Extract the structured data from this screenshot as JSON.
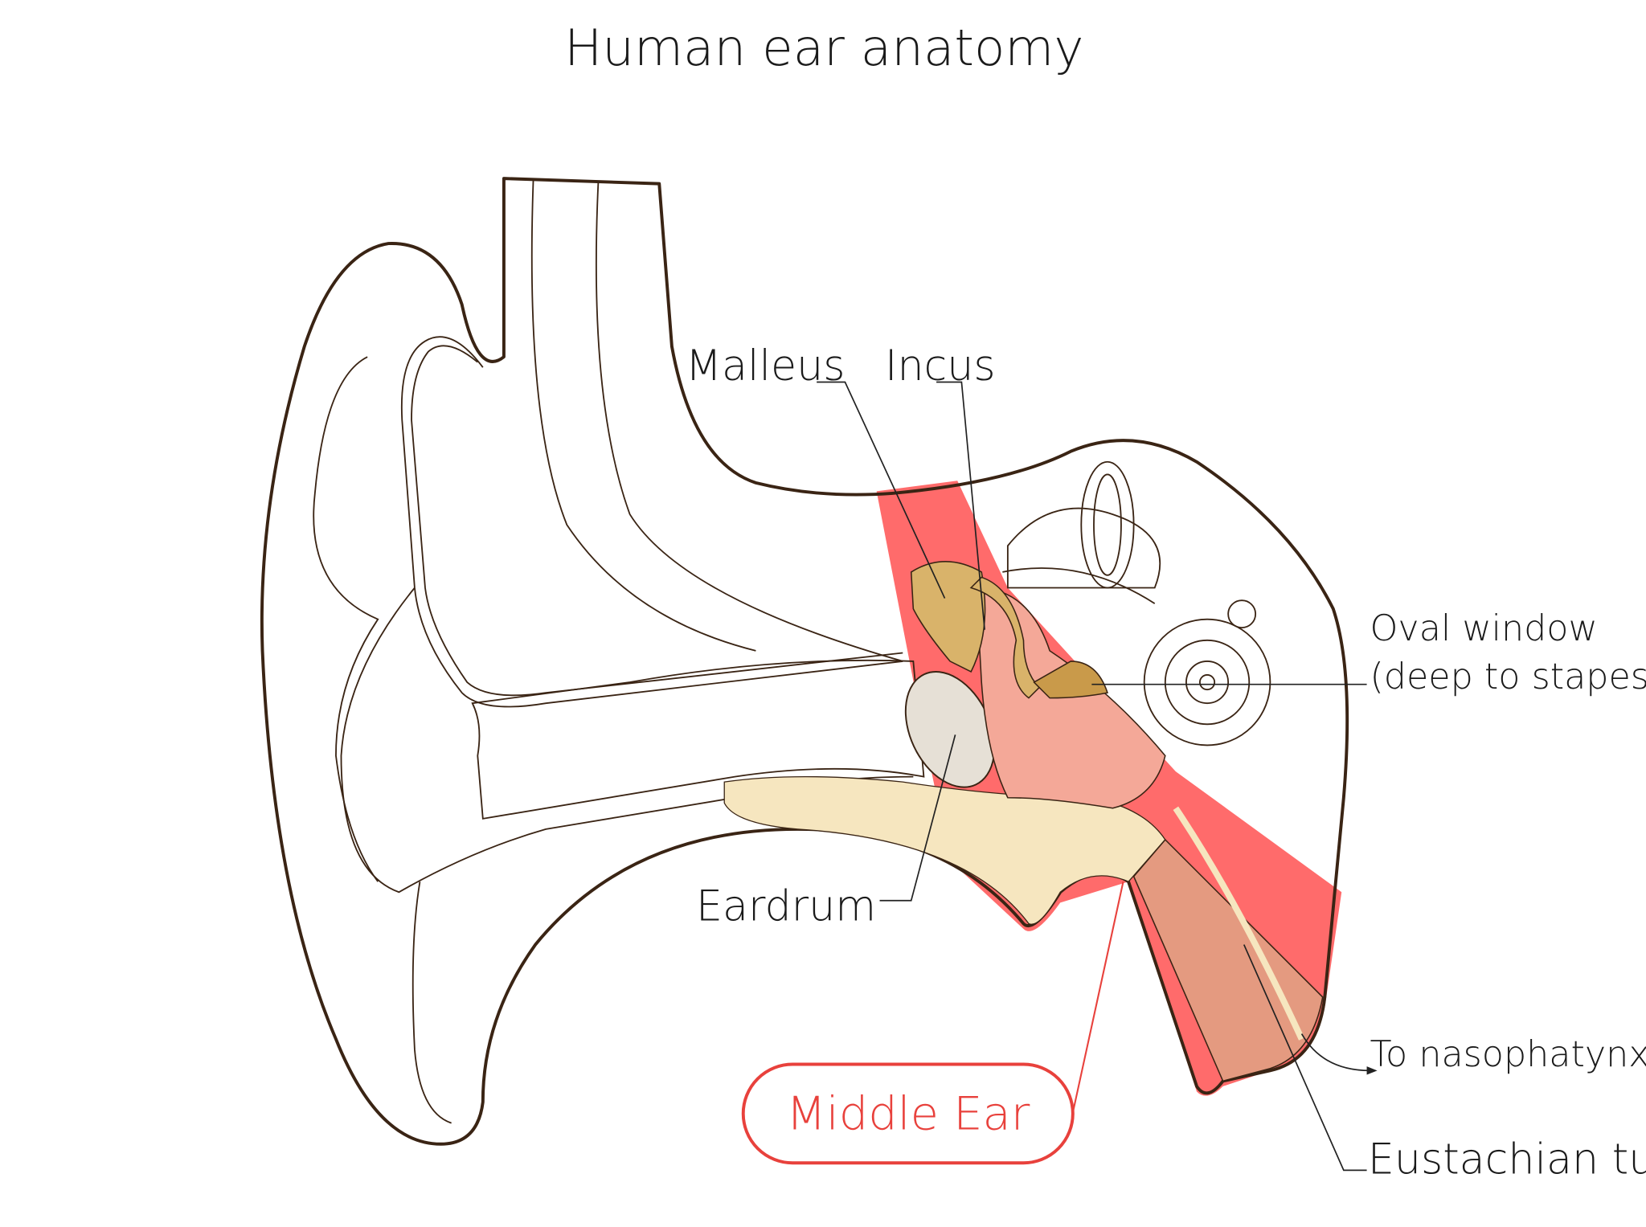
{
  "title": "Human ear anatomy",
  "labels": {
    "malleus": "Malleus",
    "incus": "Incus",
    "oval_window_line1": "Oval window",
    "oval_window_line2": "(deep to stapes)",
    "eardrum": "Eardrum",
    "to_nasopharynx": "To nasophatynx",
    "eustachian_tube": "Eustachian tube",
    "middle_ear": "Middle Ear"
  },
  "colors": {
    "highlight": "#ff6b6b",
    "middle_ear_accent": "#e8413c",
    "ossicles": "#d9b36a",
    "tissue": "#f4a898",
    "bone": "#f6e6bf",
    "outline": "#3a2414"
  }
}
